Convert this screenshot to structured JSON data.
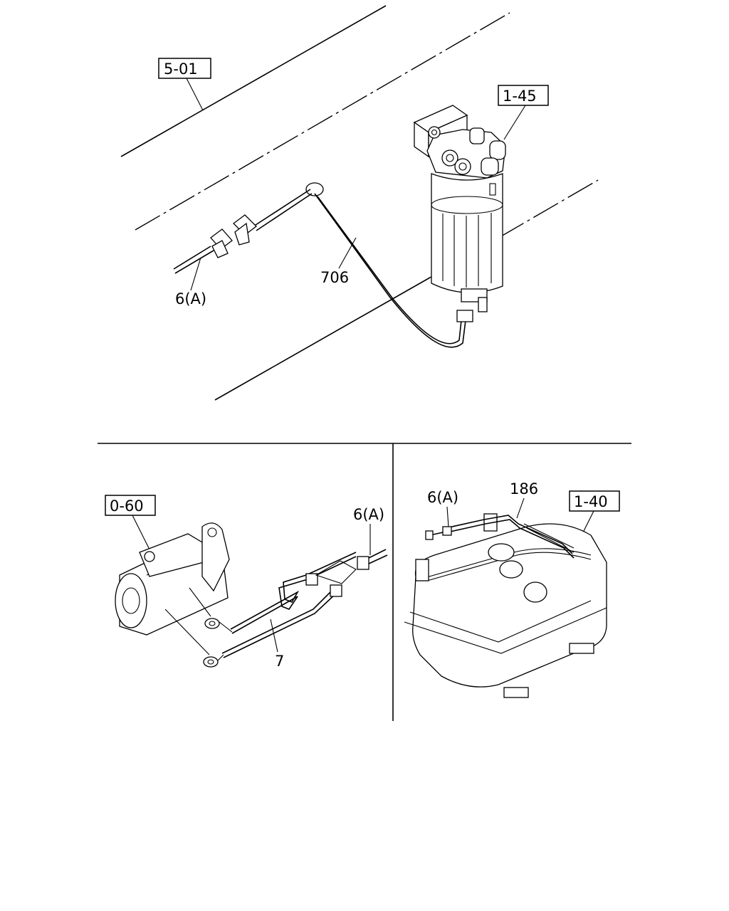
{
  "top_section": {
    "ref_5_01": "5-01",
    "ref_1_45": "1-45",
    "part_706": "706",
    "part_6a": "6(A)"
  },
  "bottom_left": {
    "ref_0_60": "0-60",
    "part_6a": "6(A)",
    "part_7": "7"
  },
  "bottom_right": {
    "part_6a": "6(A)",
    "part_186": "186",
    "ref_1_40": "1-40"
  },
  "icons": [
    "fuel-filter-icon",
    "starter-motor-icon",
    "fuel-tank-icon",
    "connector-icon",
    "ring-terminal-icon"
  ]
}
